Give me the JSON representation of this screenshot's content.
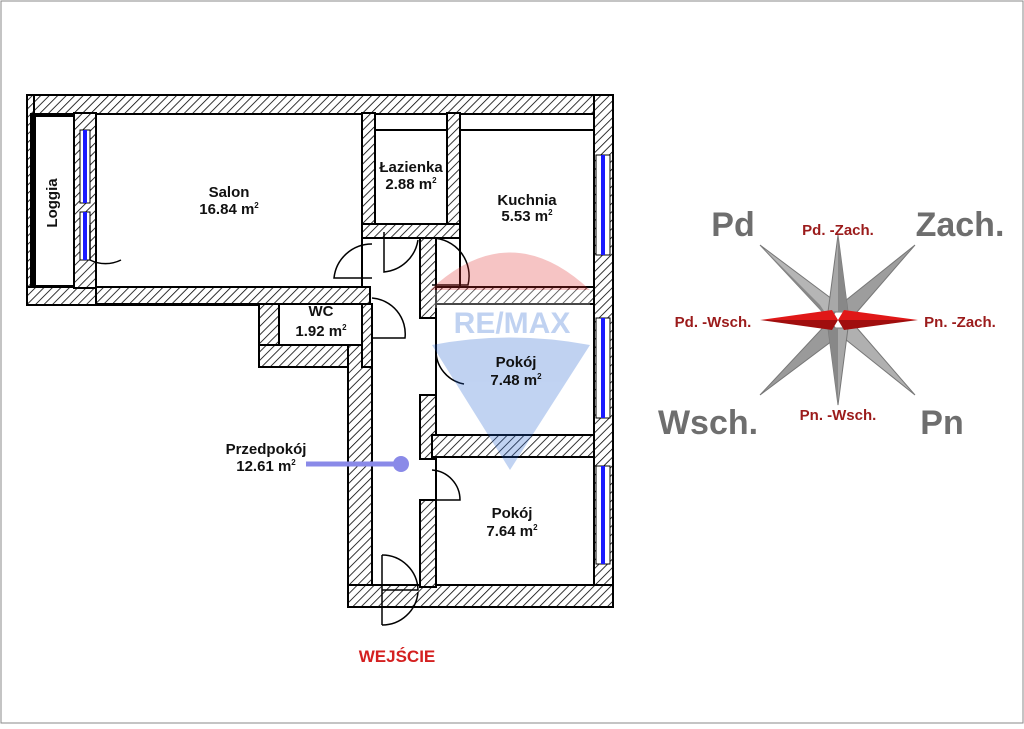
{
  "plan": {
    "entrance_label": "WEJŚCIE",
    "rooms": {
      "loggia": {
        "name": "Loggia"
      },
      "salon": {
        "name": "Salon",
        "area": "16.84 m",
        "unit_exp": "2"
      },
      "lazienka": {
        "name": "Łazienka",
        "area": "2.88 m",
        "unit_exp": "2"
      },
      "kuchnia": {
        "name": "Kuchnia",
        "area": "5.53 m",
        "unit_exp": "2"
      },
      "wc": {
        "name": "WC",
        "area": "1.92 m",
        "unit_exp": "2"
      },
      "pokoj1": {
        "name": "Pokój",
        "area": "7.48 m",
        "unit_exp": "2"
      },
      "pokoj2": {
        "name": "Pokój",
        "area": "7.64 m",
        "unit_exp": "2"
      },
      "przedpokoj": {
        "name": "Przedpokój",
        "area": "12.61 m",
        "unit_exp": "2"
      }
    },
    "watermark": "RE/MAX"
  },
  "compass": {
    "pd": "Pd",
    "zach": "Zach.",
    "wsch": "Wsch.",
    "pn": "Pn",
    "pd_zach": "Pd. -Zach.",
    "pd_wsch": "Pd. -Wsch.",
    "pn_zach": "Pn. -Zach.",
    "pn_wsch": "Pn. -Wsch."
  },
  "colors": {
    "wall_hatch": "#000000",
    "window": "#1a1aff",
    "entrance": "#d42020",
    "pointer": "#8a8ae8",
    "compass_gray": "#9a9a9a",
    "compass_red": "#d41515",
    "compass_text_red": "#9b1b1b",
    "compass_text_gray": "#6e6e6e"
  }
}
